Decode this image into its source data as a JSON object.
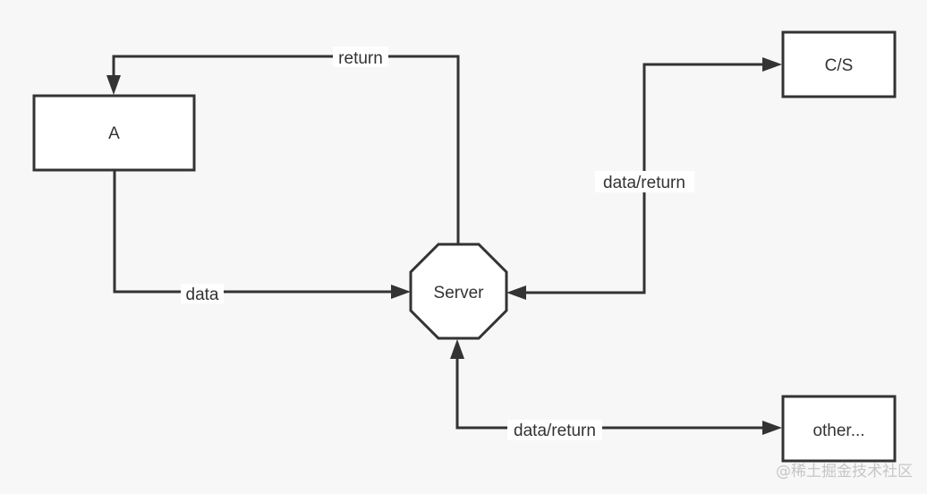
{
  "diagram": {
    "type": "flowchart",
    "nodes": {
      "a": {
        "label": "A",
        "shape": "rectangle"
      },
      "server": {
        "label": "Server",
        "shape": "octagon"
      },
      "cs": {
        "label": "C/S",
        "shape": "rectangle"
      },
      "other": {
        "label": "other...",
        "shape": "rectangle"
      }
    },
    "edges": {
      "server_to_a": {
        "label": "return",
        "from": "Server",
        "to": "A",
        "direction": "one-way"
      },
      "a_to_server": {
        "label": "data",
        "from": "A",
        "to": "Server",
        "direction": "one-way"
      },
      "server_cs": {
        "label": "data/return",
        "from": "Server",
        "to": "C/S",
        "direction": "two-way"
      },
      "server_other": {
        "label": "data/return",
        "from": "Server",
        "to": "other...",
        "direction": "two-way"
      }
    },
    "colors": {
      "background": "#f7f7f7",
      "line": "#333333",
      "node_fill": "#ffffff",
      "text": "#333333",
      "watermark": "#c6c6c6"
    }
  },
  "watermark": {
    "text": "@稀土掘金技术社区"
  }
}
